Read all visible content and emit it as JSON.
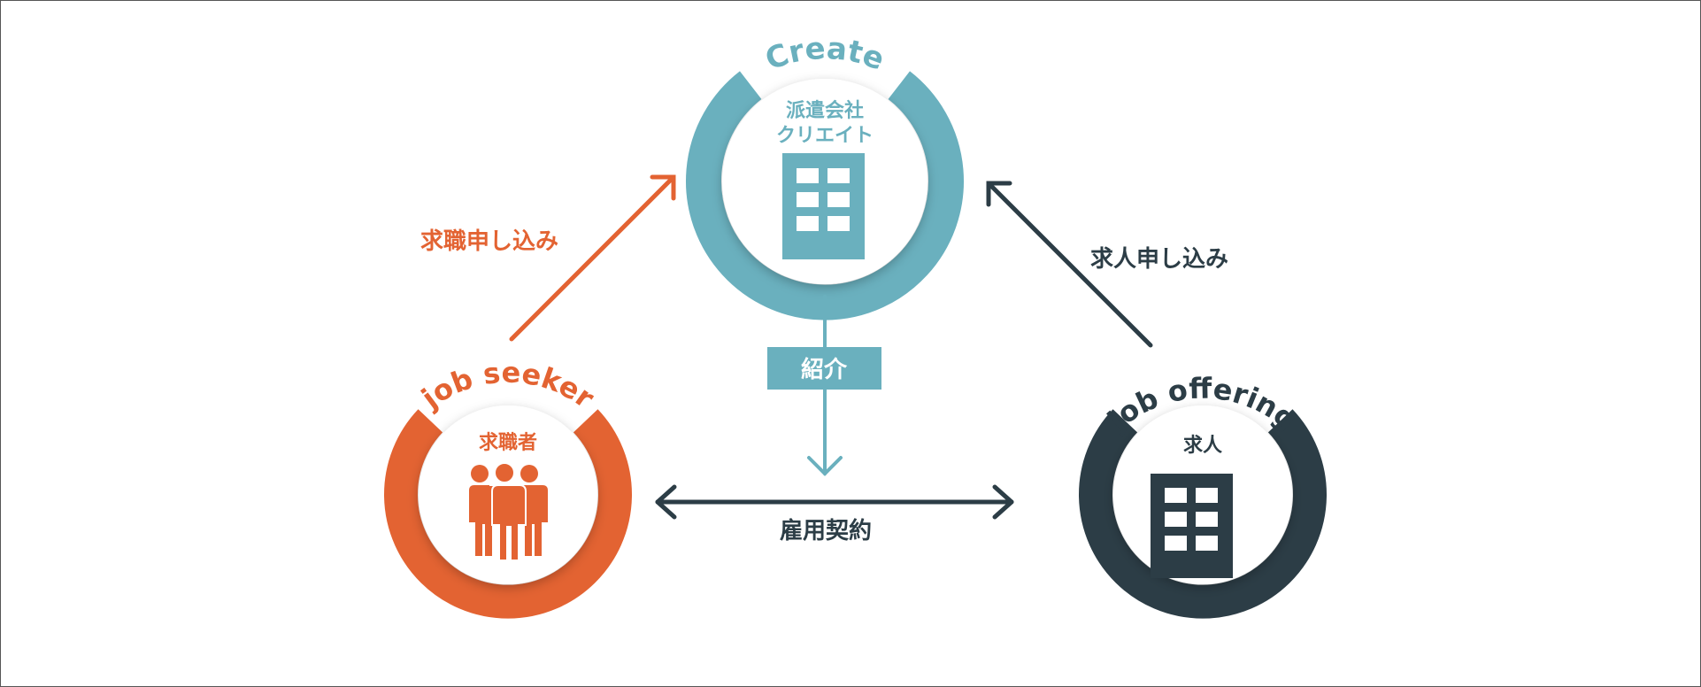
{
  "nodes": {
    "create": {
      "title": "Create",
      "label_line1": "派遣会社",
      "label_line2": "クリエイト",
      "icon": "building-icon",
      "color": "#6AB0BE"
    },
    "seeker": {
      "title": "job seeker",
      "label": "求職者",
      "icon": "people-icon",
      "color": "#E36332"
    },
    "offering": {
      "title": "job offering",
      "label": "求人",
      "icon": "building-icon",
      "color": "#2C3D46"
    }
  },
  "arrows": {
    "seeker_to_create": "求職申し込み",
    "offering_to_create": "求人申し込み",
    "introduction": "紹介",
    "employment_contract": "雇用契約"
  }
}
